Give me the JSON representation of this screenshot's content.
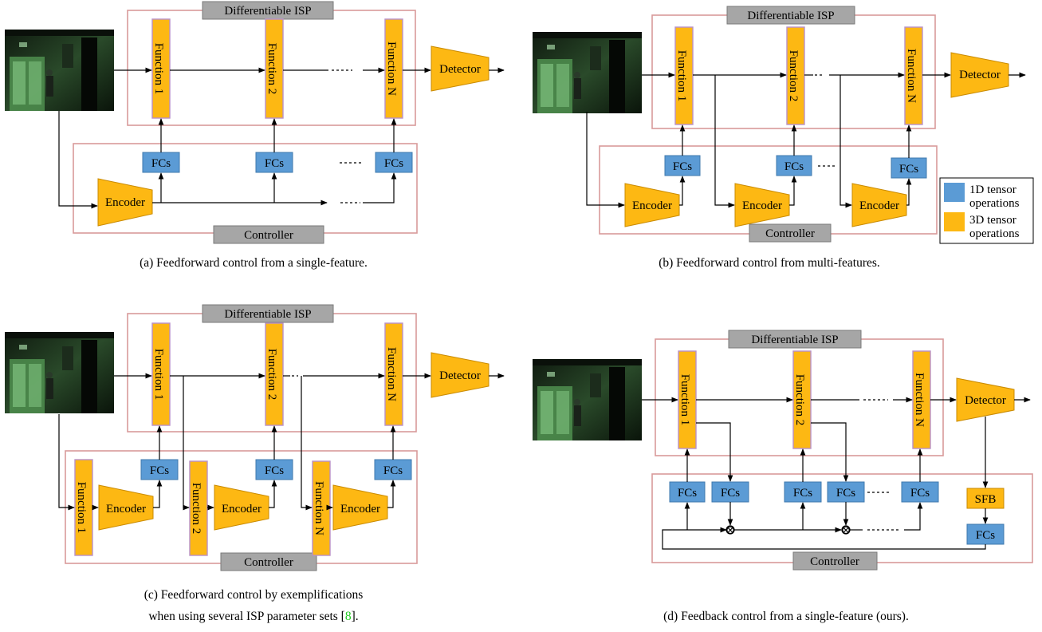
{
  "labels": {
    "isp": "Differentiable ISP",
    "controller": "Controller",
    "detector": "Detector",
    "encoder": "Encoder",
    "fcs": "FCs",
    "sfb": "SFB",
    "function_1": "Function 1",
    "function_2": "Function 2",
    "function_n": "Function N",
    "multiply": "⊗"
  },
  "legend": {
    "items": [
      {
        "color": "#5b9bd5",
        "line1": "1D tensor",
        "line2": "operations"
      },
      {
        "color": "#fdb813",
        "line1": "3D tensor",
        "line2": "operations"
      }
    ]
  },
  "captions": {
    "a": "(a) Feedforward control from a single-feature.",
    "b": "(b) Feedforward control from multi-features.",
    "c_line1": "(c) Feedforward control by exemplifications",
    "c_line2_pre": "when using several ISP parameter sets [",
    "c_ref": "8",
    "c_line2_post": "].",
    "d": "(d) Feedback control from a single-feature (ours)."
  },
  "colors": {
    "frame": "#d99a9a",
    "gray_box": "#a6a6a6",
    "orange": "#fdb813",
    "blue": "#5b9bd5",
    "citation": "#22cc22"
  }
}
